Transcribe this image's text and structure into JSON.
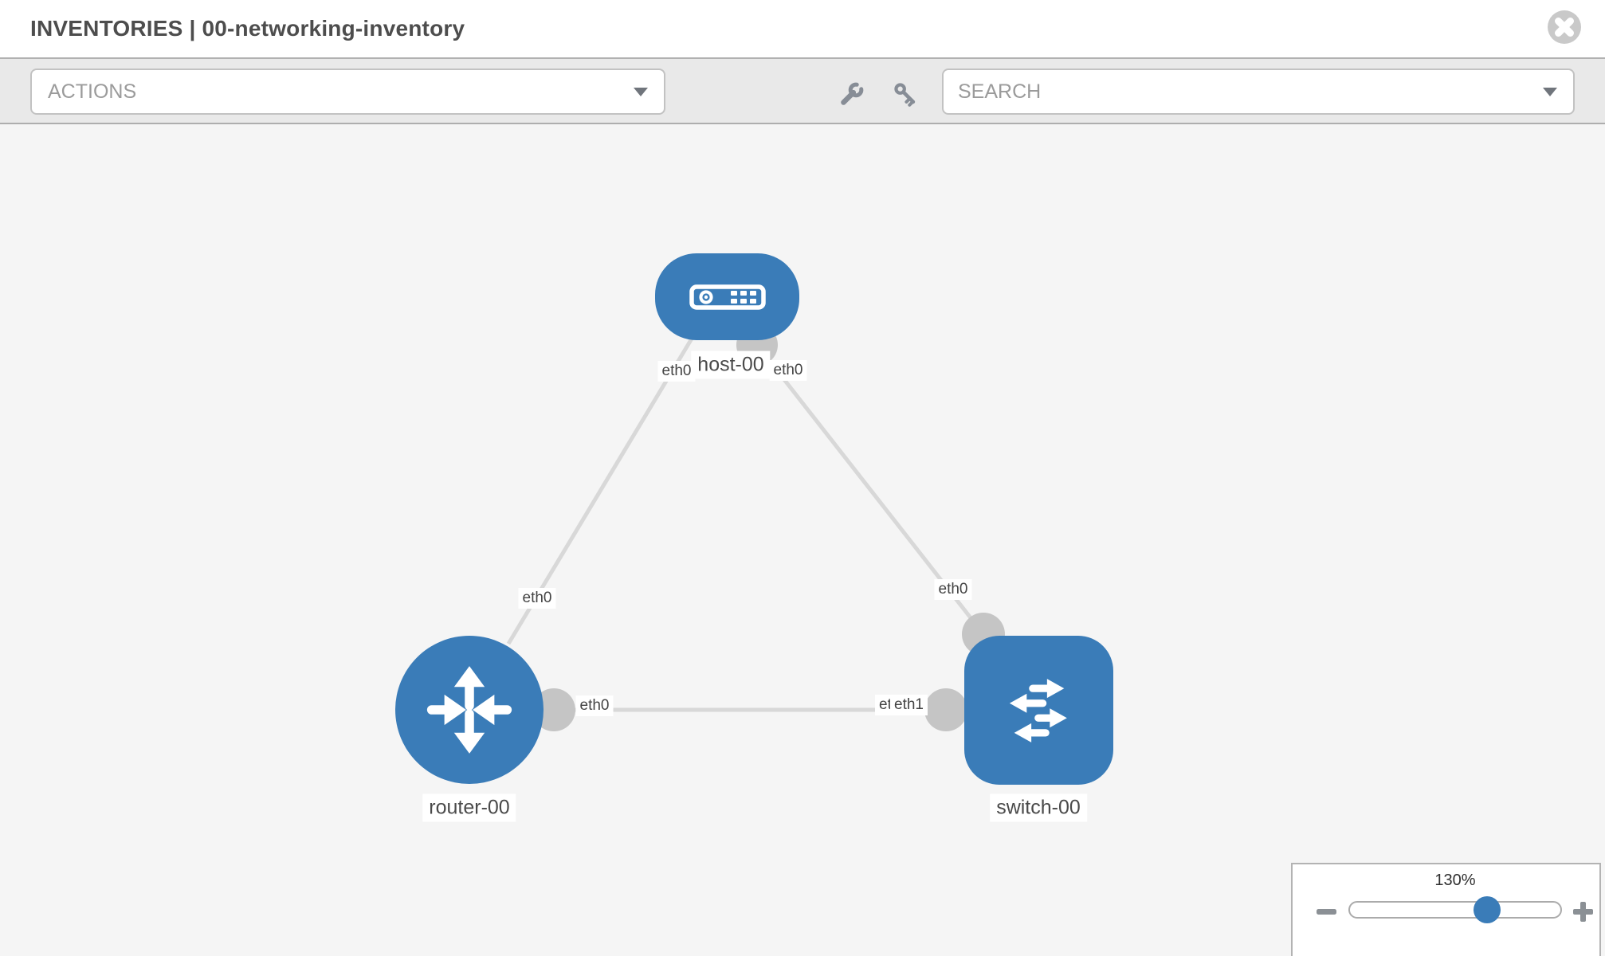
{
  "window": {
    "title": "INVENTORIES | 00-networking-inventory",
    "close_icon": "circle-x"
  },
  "toolbar": {
    "actions_label": "ACTIONS",
    "search_placeholder": "SEARCH",
    "icons": [
      "wrench-icon",
      "key-icon",
      "chevron-down-icon"
    ]
  },
  "topology": {
    "nodes": [
      {
        "label": "host-00",
        "type": "host",
        "shape": "rounded-rect",
        "icon": "server-icon"
      },
      {
        "label": "router-00",
        "type": "router",
        "shape": "circle",
        "icon": "router-arrows-icon"
      },
      {
        "label": "switch-00",
        "type": "switch",
        "shape": "rounded-square",
        "icon": "switch-arrows-icon"
      }
    ],
    "links": [
      {
        "from": "host-00",
        "to": "router-00",
        "from_iface": "eth0",
        "to_iface": "eth0"
      },
      {
        "from": "host-00",
        "to": "switch-00",
        "from_iface": "eth0",
        "to_iface": "eth0"
      },
      {
        "from": "router-00",
        "to": "switch-00",
        "from_iface": "eth0",
        "to_iface": "eth1",
        "to_iface_overlapped": "eth0"
      }
    ]
  },
  "zoom_control": {
    "value": "130%",
    "minus_icon": "minus-icon",
    "plus_icon": "plus-icon"
  },
  "colors": {
    "node_fill": "#3a7cb8",
    "link": "#d8d8d8",
    "connector": "#c5c5c5",
    "canvas_bg": "#f5f5f5",
    "toolbar_bg": "#e9e9e9",
    "slider_handle": "#3a7cb8"
  }
}
